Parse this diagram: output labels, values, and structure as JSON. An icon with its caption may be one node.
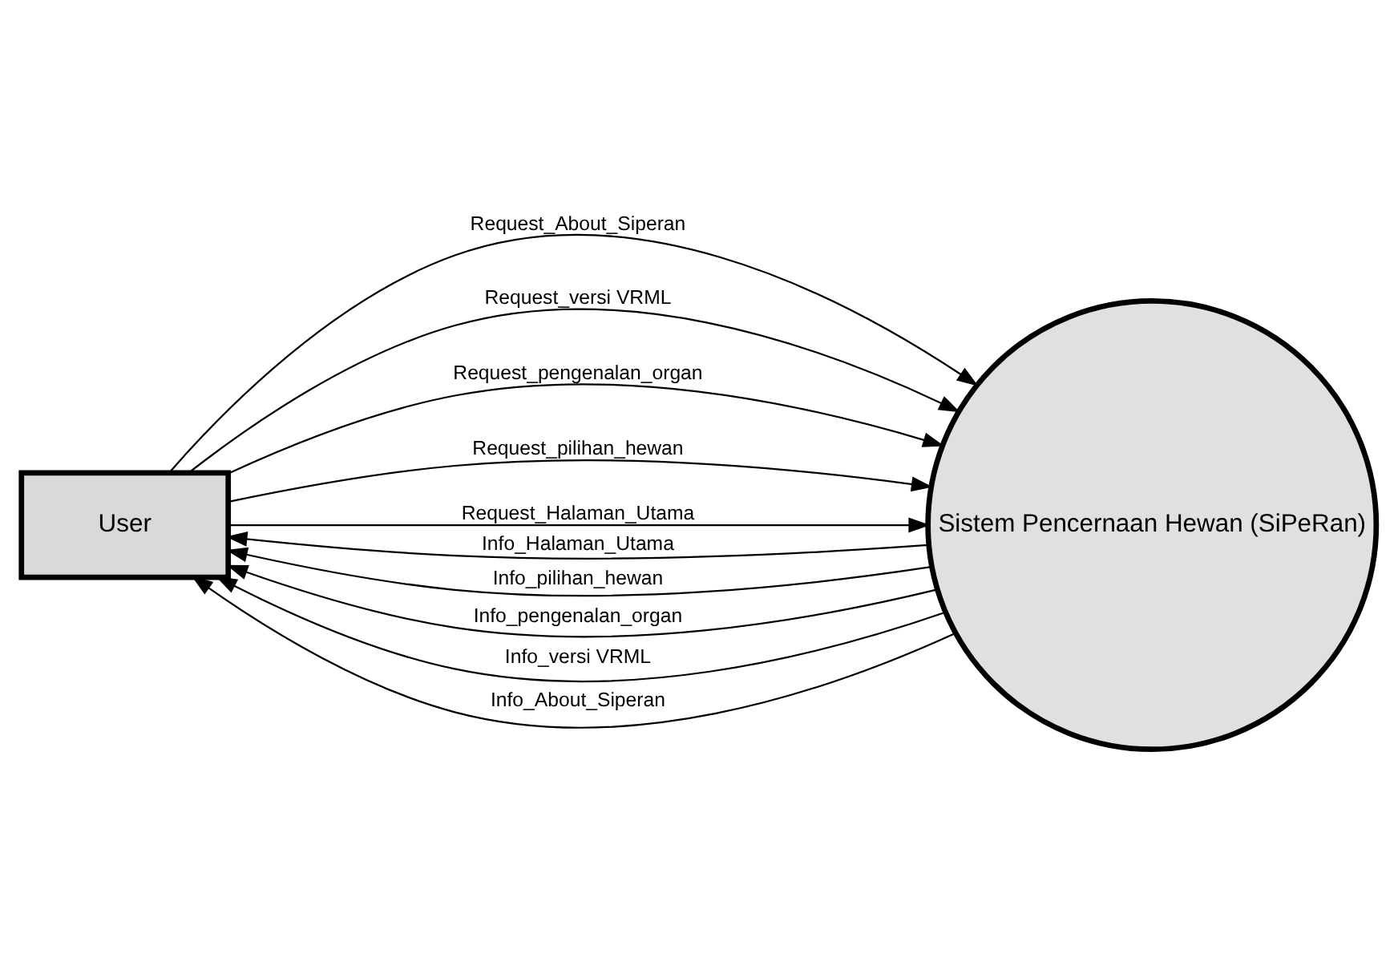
{
  "diagram": {
    "nodes": [
      {
        "text": [
          "User"
        ]
      },
      {
        "text": [
          "Sistem Pencernaan Hewan (SiPeRan)"
        ]
      }
    ],
    "edges": [
      {
        "from": 0,
        "to": 1,
        "arrow": "to",
        "label": "Request_About_Siperan"
      },
      {
        "from": 0,
        "to": 1,
        "arrow": "to",
        "label": "Request_versi VRML"
      },
      {
        "from": 0,
        "to": 1,
        "arrow": "to",
        "label": "Request_pengenalan_organ"
      },
      {
        "from": 0,
        "to": 1,
        "arrow": "to",
        "label": "Request_pilihan_hewan"
      },
      {
        "from": 0,
        "to": 1,
        "arrow": "to",
        "label": "Request_Halaman_Utama"
      },
      {
        "from": 1,
        "to": 0,
        "arrow": "to",
        "label": "Info_Halaman_Utama"
      },
      {
        "from": 1,
        "to": 0,
        "arrow": "to",
        "label": "Info_pilihan_hewan"
      },
      {
        "from": 1,
        "to": 0,
        "arrow": "to",
        "label": "Info_pengenalan_organ"
      },
      {
        "from": 1,
        "to": 0,
        "arrow": "to",
        "label": "Info_versi VRML"
      },
      {
        "from": 1,
        "to": 0,
        "arrow": "to",
        "label": "Info_About_Siperan"
      }
    ]
  }
}
